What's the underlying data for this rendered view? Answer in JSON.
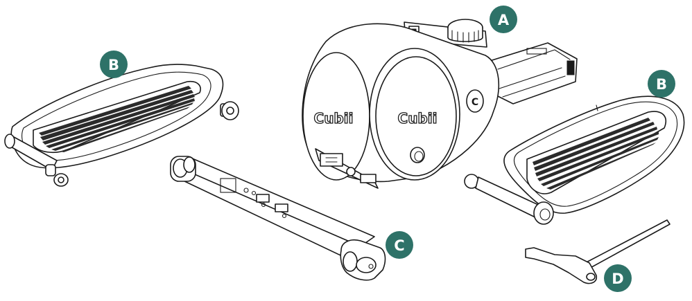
{
  "brand": {
    "logo_text": "Cubii"
  },
  "badge_color": "#2e7268",
  "parts": [
    {
      "id": "main-unit",
      "label": "A"
    },
    {
      "id": "left-pedal",
      "label": "B"
    },
    {
      "id": "right-pedal",
      "label": "B"
    },
    {
      "id": "stabilizer-bar",
      "label": "C"
    },
    {
      "id": "hex-wrench",
      "label": "D"
    }
  ]
}
